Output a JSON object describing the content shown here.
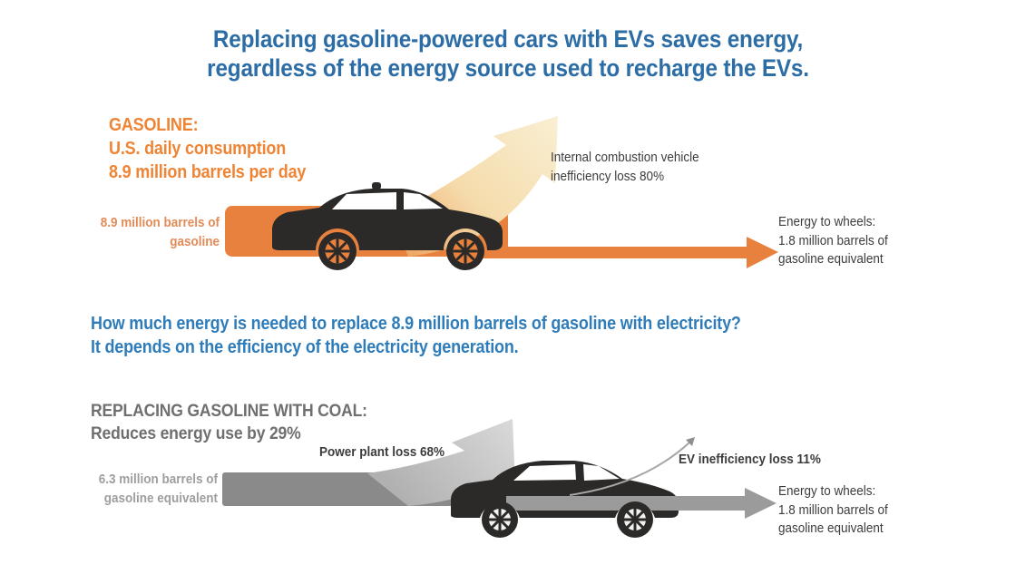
{
  "colors": {
    "title-blue": "#2D6DA6",
    "question-blue": "#2E7CBA",
    "orange-strong": "#EE8434",
    "orange-soft": "#E28B57",
    "orange-bar": "#E8813D",
    "dark-label": "#3C3C3C",
    "gray-heading": "#6F6F6F",
    "gray-soft": "#9E9E9E",
    "gray-bar": "#8A8A8A",
    "gray-thin-bar": "#9B9B9B",
    "car-black": "#2B2A28",
    "white": "#FFFFFF"
  },
  "title": {
    "line1": "Replacing gasoline-powered cars with EVs saves energy,",
    "line2": "regardless of the energy source used to recharge the EVs."
  },
  "gasoline": {
    "heading1": "GASOLINE:",
    "heading2": "U.S. daily consumption",
    "heading3": "8.9 million barrels per day",
    "input1": "8.9 million barrels of",
    "input2": "gasoline",
    "loss1": "Internal combustion vehicle",
    "loss2": "inefficiency loss 80%",
    "output1": "Energy to wheels:",
    "output2": "1.8 million barrels of",
    "output3": "gasoline equivalent"
  },
  "question": {
    "line1": "How much energy is needed to replace 8.9 million barrels of gasoline with electricity?",
    "line2": "It depends on the efficiency of the electricity generation."
  },
  "coal": {
    "heading1": "REPLACING GASOLINE WITH COAL:",
    "heading2": "Reduces energy use by 29%",
    "input1": "6.3 million barrels of",
    "input2": "gasoline equivalent",
    "plant_loss": "Power plant loss 68%",
    "ev_loss": "EV inefficiency loss 11%",
    "output1": "Energy to wheels:",
    "output2": "1.8 million barrels of",
    "output3": "gasoline equivalent"
  }
}
